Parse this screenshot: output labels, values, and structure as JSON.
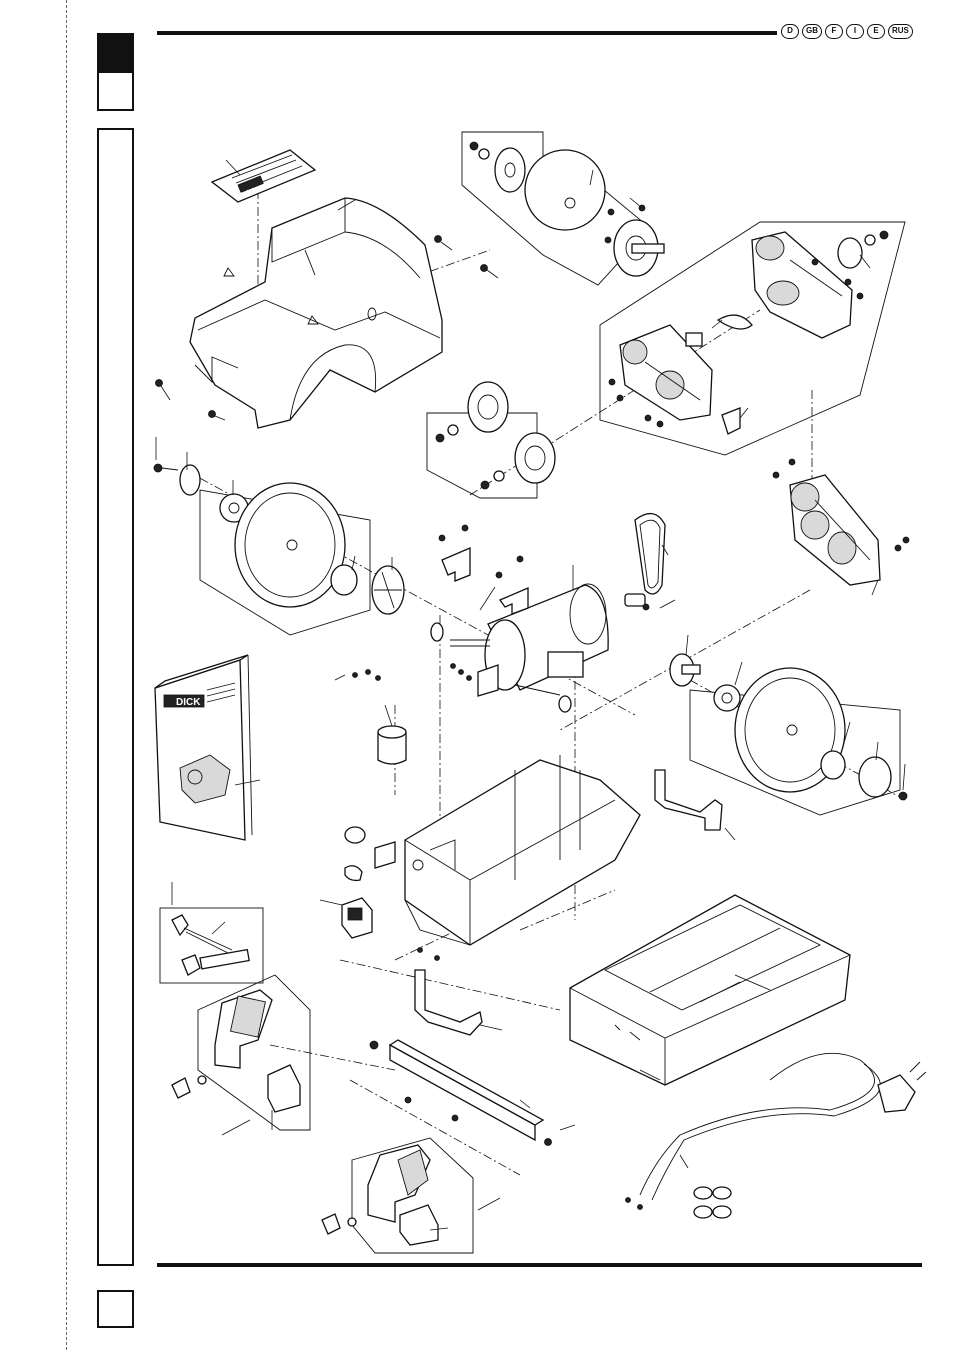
{
  "header": {
    "languages": [
      "D",
      "GB",
      "F",
      "I",
      "E",
      "RUS"
    ]
  },
  "diagram": {
    "logo_text": "DICK"
  }
}
